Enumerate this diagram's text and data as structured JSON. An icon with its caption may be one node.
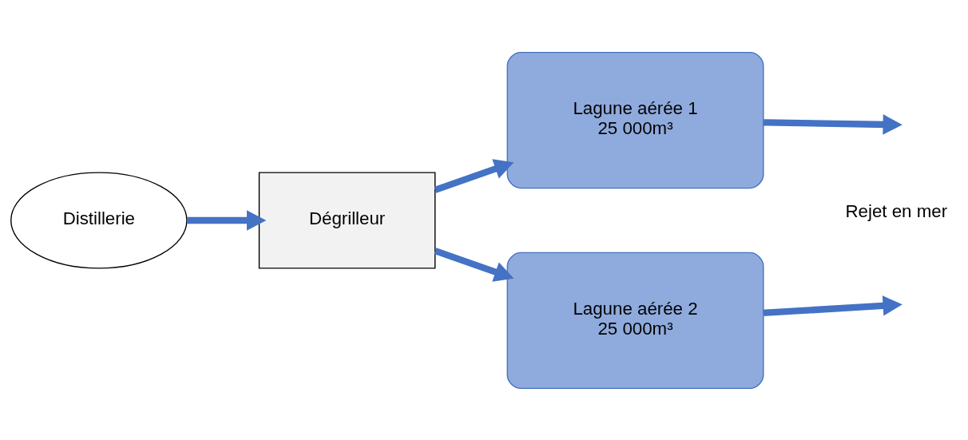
{
  "diagram": {
    "nodes": [
      {
        "text": [
          "Distillerie"
        ]
      },
      {
        "text": [
          "Dégrilleur"
        ]
      },
      {
        "text": [
          "Lagune aérée 1",
          "25 000m³"
        ]
      },
      {
        "text": [
          "Lagune aérée 2",
          "25 000m³"
        ]
      }
    ],
    "edges": [
      {
        "from": 0,
        "to": 1,
        "arrow": "to"
      },
      {
        "from": 1,
        "to": 2,
        "arrow": "to"
      },
      {
        "from": 1,
        "to": 3,
        "arrow": "to"
      },
      {
        "from": 2,
        "to": null,
        "arrow": "to"
      },
      {
        "from": 3,
        "to": null,
        "arrow": "to"
      }
    ],
    "labels": [
      "Rejet en mer"
    ]
  }
}
